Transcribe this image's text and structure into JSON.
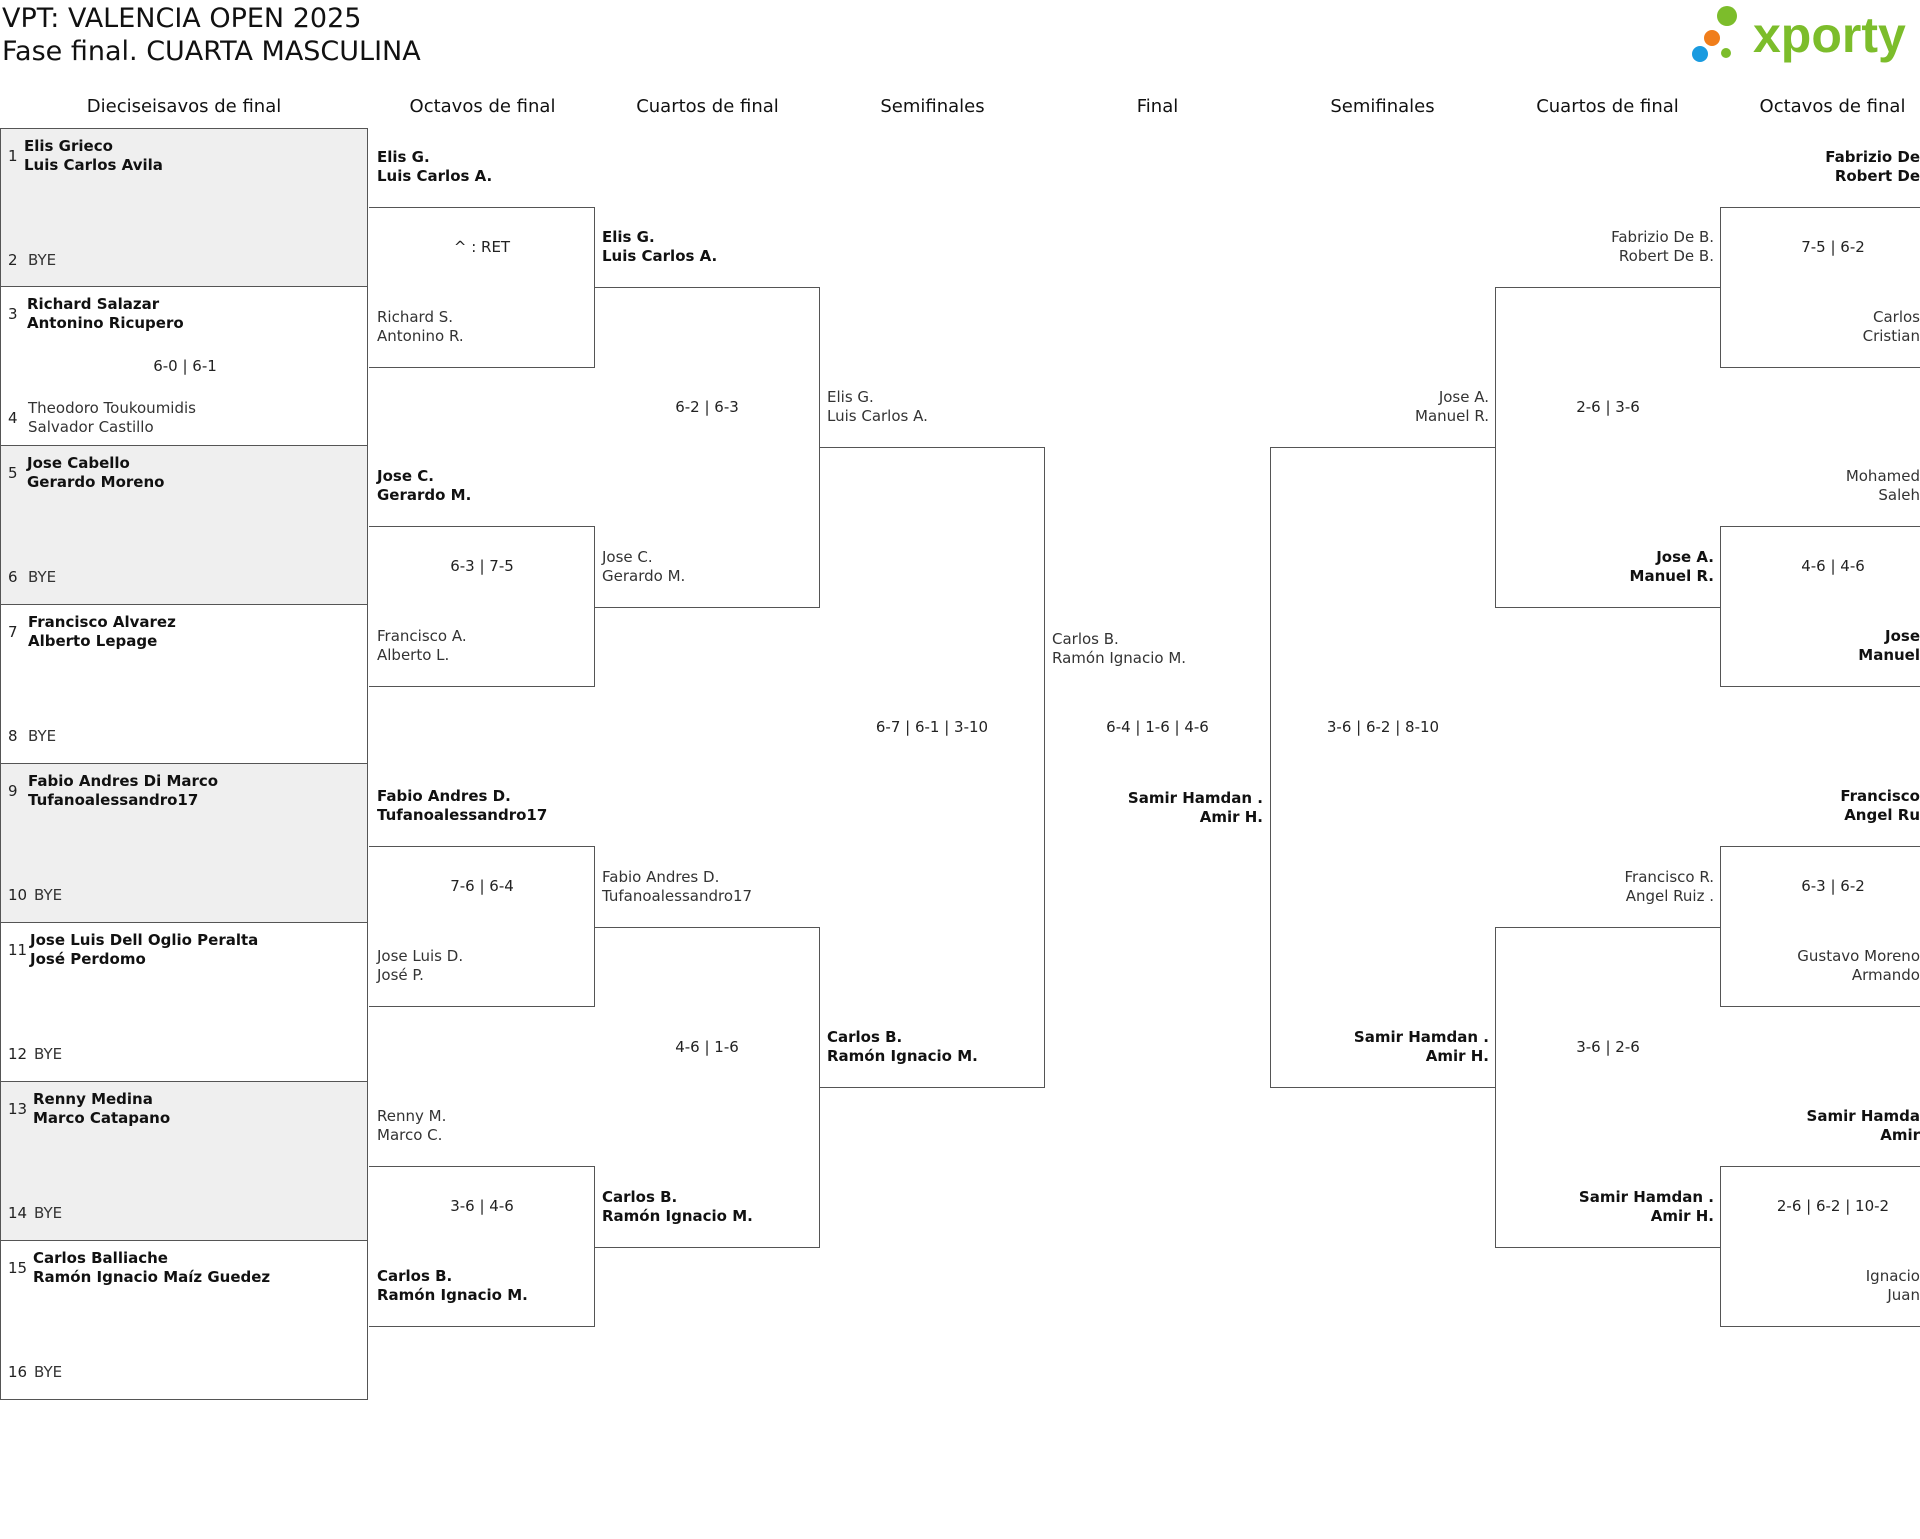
{
  "header": {
    "title_line1": "VPT: VALENCIA OPEN 2025",
    "title_line2": "Fase final. CUARTA MASCULINA"
  },
  "logo": {
    "text": "xporty",
    "colors": {
      "green": "#7cbd2b",
      "orange": "#f07d1a",
      "blue": "#1a9be0"
    }
  },
  "columns": {
    "r32": "Dieciseisavos de final",
    "r16_left": "Octavos de final",
    "qf_left": "Cuartos de final",
    "sf_left": "Semifinales",
    "final": "Final",
    "sf_right": "Semifinales",
    "qf_right": "Cuartos de final",
    "r16_right": "Octavos de final"
  },
  "r32": [
    {
      "seed_a": "1",
      "a1": "Elis Grieco",
      "a2": "Luis Carlos Avila",
      "seed_b": "2",
      "b1": "BYE",
      "b2": "",
      "score": ""
    },
    {
      "seed_a": "3",
      "a1": "Richard Salazar",
      "a2": "Antonino Ricupero",
      "seed_b": "4",
      "b1": "Theodoro Toukoumidis",
      "b2": "Salvador Castillo",
      "score": "6-0 | 6-1"
    },
    {
      "seed_a": "5",
      "a1": "Jose Cabello",
      "a2": "Gerardo Moreno",
      "seed_b": "6",
      "b1": "BYE",
      "b2": "",
      "score": ""
    },
    {
      "seed_a": "7",
      "a1": "Francisco Alvarez",
      "a2": "Alberto Lepage",
      "seed_b": "8",
      "b1": "BYE",
      "b2": "",
      "score": ""
    },
    {
      "seed_a": "9",
      "a1": "Fabio Andres Di Marco",
      "a2": "Tufanoalessandro17",
      "seed_b": "10",
      "b1": "BYE",
      "b2": "",
      "score": ""
    },
    {
      "seed_a": "11",
      "a1": "Jose Luis Dell Oglio Peralta",
      "a2": "José Perdomo",
      "seed_b": "12",
      "b1": "BYE",
      "b2": "",
      "score": ""
    },
    {
      "seed_a": "13",
      "a1": "Renny Medina",
      "a2": "Marco Catapano",
      "seed_b": "14",
      "b1": "BYE",
      "b2": "",
      "score": ""
    },
    {
      "seed_a": "15",
      "a1": "Carlos Balliache",
      "a2": "Ramón Ignacio Maíz Guedez",
      "seed_b": "16",
      "b1": "BYE",
      "b2": "",
      "score": ""
    }
  ],
  "r16_left": [
    {
      "a1": "Elis G.",
      "a2": "Luis Carlos A.",
      "b1": "Richard S.",
      "b2": "Antonino R.",
      "score": "^ : RET"
    },
    {
      "a1": "Jose C.",
      "a2": "Gerardo M.",
      "b1": "Francisco A.",
      "b2": "Alberto L.",
      "score": "6-3 | 7-5"
    },
    {
      "a1": "Fabio Andres D.",
      "a2": "Tufanoalessandro17",
      "b1": "Jose Luis D.",
      "b2": "José P.",
      "score": "7-6 | 6-4"
    },
    {
      "a1": "Renny M.",
      "a2": "Marco C.",
      "b1": "Carlos B.",
      "b2": "Ramón Ignacio M.",
      "score": "3-6 | 4-6"
    }
  ],
  "qf_left": [
    {
      "a1": "Elis G.",
      "a2": "Luis Carlos A.",
      "b1": "Jose C.",
      "b2": "Gerardo M.",
      "score": "6-2 | 6-3"
    },
    {
      "a1": "Fabio Andres D.",
      "a2": "Tufanoalessandro17",
      "b1": "Carlos B.",
      "b2": "Ramón Ignacio M.",
      "score": "4-6 | 1-6"
    }
  ],
  "sf_left": {
    "a1": "Elis G.",
    "a2": "Luis Carlos A.",
    "b1": "Carlos B.",
    "b2": "Ramón Ignacio M.",
    "score": "6-7 | 6-1 | 3-10"
  },
  "final": {
    "a1": "Carlos B.",
    "a2": "Ramón Ignacio M.",
    "b1": "Samir Hamdan .",
    "b2": "Amir H.",
    "score": "6-4 | 1-6 | 4-6"
  },
  "sf_right": {
    "a1": "Jose A.",
    "a2": "Manuel R.",
    "b1": "Samir Hamdan .",
    "b2": "Amir H.",
    "score": "3-6 | 6-2 | 8-10"
  },
  "qf_right": [
    {
      "a1": "Fabrizio De B.",
      "a2": "Robert De B.",
      "b1": "Jose A.",
      "b2": "Manuel R.",
      "score": "2-6 | 3-6"
    },
    {
      "a1": "Francisco R.",
      "a2": "Angel Ruiz .",
      "b1": "Samir Hamdan .",
      "b2": "Amir H.",
      "score": "3-6 | 2-6"
    }
  ],
  "r16_right": [
    {
      "a1": "Fabrizio De",
      "a2": "Robert De",
      "b1": "Carlos",
      "b2": "Cristian",
      "score": "7-5 | 6-2"
    },
    {
      "a1": "Mohamed",
      "a2": "Saleh",
      "b1": "Jose",
      "b2": "Manuel",
      "score": "4-6 | 4-6"
    },
    {
      "a1": "Francisco",
      "a2": "Angel Ru",
      "b1": "Gustavo Moreno",
      "b2": "Armando",
      "score": "6-3 | 6-2"
    },
    {
      "a1": "Samir Hamda",
      "a2": "Amir",
      "b1": "Ignacio",
      "b2": "Juan",
      "score": "2-6 | 6-2 | 10-2"
    }
  ]
}
